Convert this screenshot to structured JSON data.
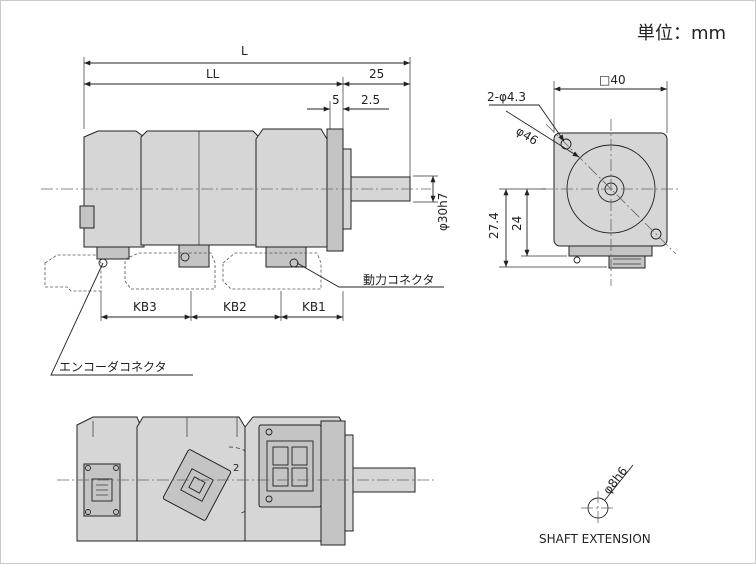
{
  "unit_label": "単位：mm",
  "side_view": {
    "dim_L": "L",
    "dim_LL": "LL",
    "dim_25": "25",
    "dim_5": "5",
    "dim_2_5": "2.5",
    "dim_shaft_dia": "φ30h7",
    "dim_KB3": "KB3",
    "dim_KB2": "KB2",
    "dim_KB1": "KB1",
    "label_power_connector": "動力コネクタ",
    "label_encoder_connector": "エンコーダコネクタ"
  },
  "front_view": {
    "dim_square": "□40",
    "dim_holes": "2-φ4.3",
    "dim_pcd": "φ46",
    "dim_27_4": "27.4",
    "dim_24": "24"
  },
  "shaft_detail": {
    "dim_shaft": "φ8h6",
    "caption": "SHAFT EXTENSION"
  }
}
